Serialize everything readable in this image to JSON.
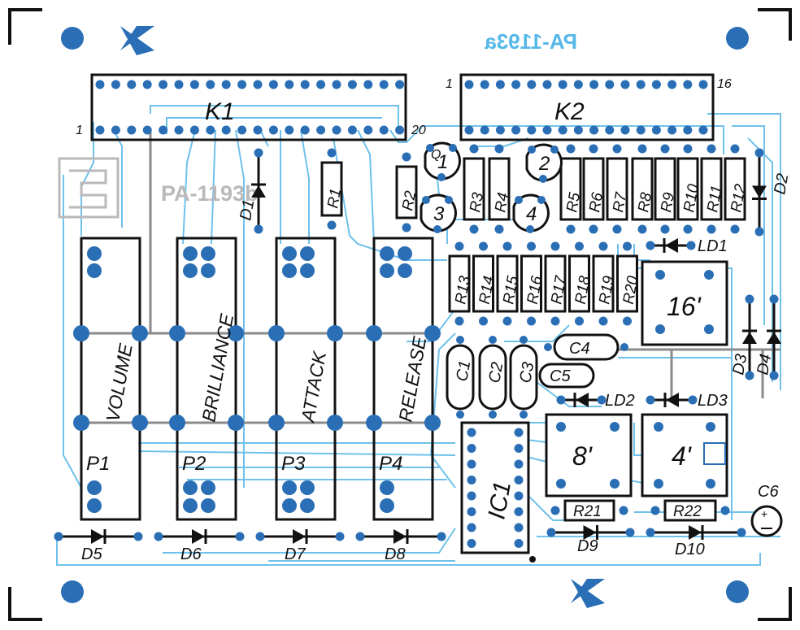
{
  "board": {
    "title_mirrored": "PA-1193a",
    "title_ghost": "PA-1193b",
    "colors": {
      "trace": "#6fc1ea",
      "pad": "#2a6fb5",
      "outline": "#111111",
      "background": "#ffffff",
      "ghost": "#b9b9b9"
    }
  },
  "connectors": {
    "k1": {
      "label": "K1",
      "pin_first": "1",
      "pin_last": "20"
    },
    "k2": {
      "label": "K2",
      "pin_first": "1",
      "pin_last": "16"
    }
  },
  "transistors": [
    "1",
    "2",
    "3",
    "4"
  ],
  "transistor_label": "Q",
  "resistors_top": [
    "R1",
    "R2",
    "R3",
    "R4",
    "R5",
    "R6",
    "R7",
    "R8",
    "R9",
    "R10",
    "R11",
    "R12"
  ],
  "resistors_mid": [
    "R13",
    "R14",
    "R15",
    "R16",
    "R17",
    "R18",
    "R19",
    "R20"
  ],
  "resistors_bottom": [
    "R21",
    "R22"
  ],
  "capacitors": [
    "C1",
    "C2",
    "C3",
    "C4",
    "C5",
    "C6"
  ],
  "diodes": [
    "D1",
    "D2",
    "D3",
    "D4",
    "D5",
    "D6",
    "D7",
    "D8",
    "D9",
    "D10"
  ],
  "leds": [
    "LD1",
    "LD2",
    "LD3"
  ],
  "potentiometers": [
    {
      "ref": "P1",
      "name": "VOLUME"
    },
    {
      "ref": "P2",
      "name": "BRILLIANCE"
    },
    {
      "ref": "P3",
      "name": "ATTACK"
    },
    {
      "ref": "P4",
      "name": "RELEASE"
    }
  ],
  "switch_blocks": [
    "16'",
    "8'",
    "4'"
  ],
  "ic": "IC1"
}
